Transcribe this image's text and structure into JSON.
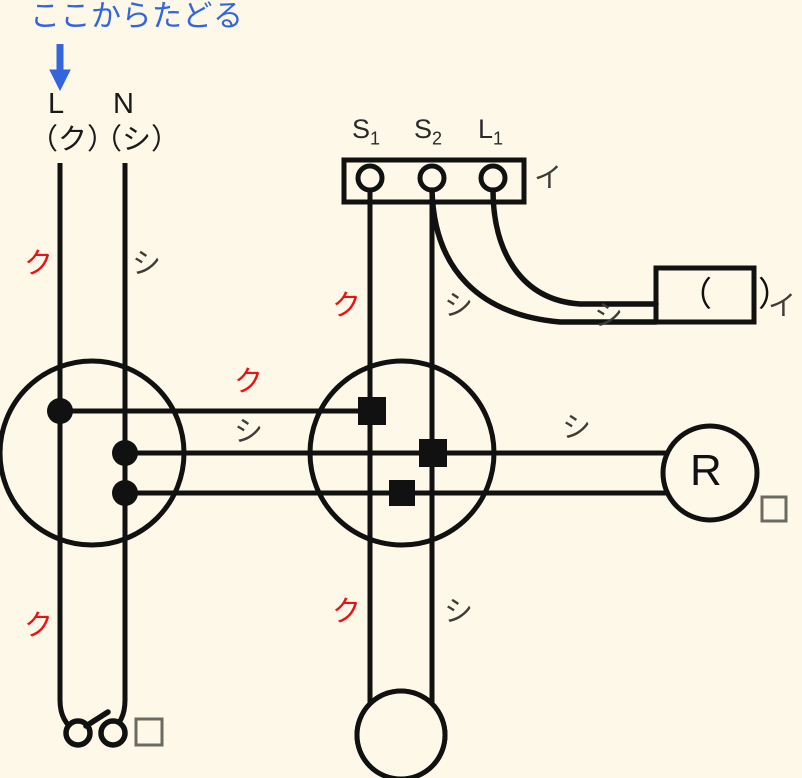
{
  "diagram": {
    "title_note": "ここからたどる",
    "background_color": "#fdf8e8",
    "wire_color_black_label": "ク",
    "wire_color_white_label": "シ",
    "source": {
      "live_terminal": "L",
      "neutral_terminal": "N",
      "live_wire_color": "（ク）",
      "neutral_wire_color": "（シ）"
    },
    "switch_block": {
      "terminal_1": "S",
      "terminal_1_sub": "1",
      "terminal_2": "S",
      "terminal_2_sub": "2",
      "terminal_3": "L",
      "terminal_3_sub": "1",
      "device_mark": "イ"
    },
    "pilot_device": {
      "symbol": "（　）",
      "mark": "イ"
    },
    "outlet": {
      "symbol": "R"
    },
    "wire_labels": {
      "left_live_top": "ク",
      "left_neutral_top": "シ",
      "left_live_bottom": "ク",
      "mid_live_top": "ク",
      "mid_neutral_top": "シ",
      "mid_live_bottom": "ク",
      "mid_neutral_bottom": "シ",
      "jb_left_out_top": "ク",
      "jb_left_out_mid": "シ",
      "jb_right_out_mid": "シ",
      "curve_near": "シ",
      "curve_far": "シ"
    }
  }
}
